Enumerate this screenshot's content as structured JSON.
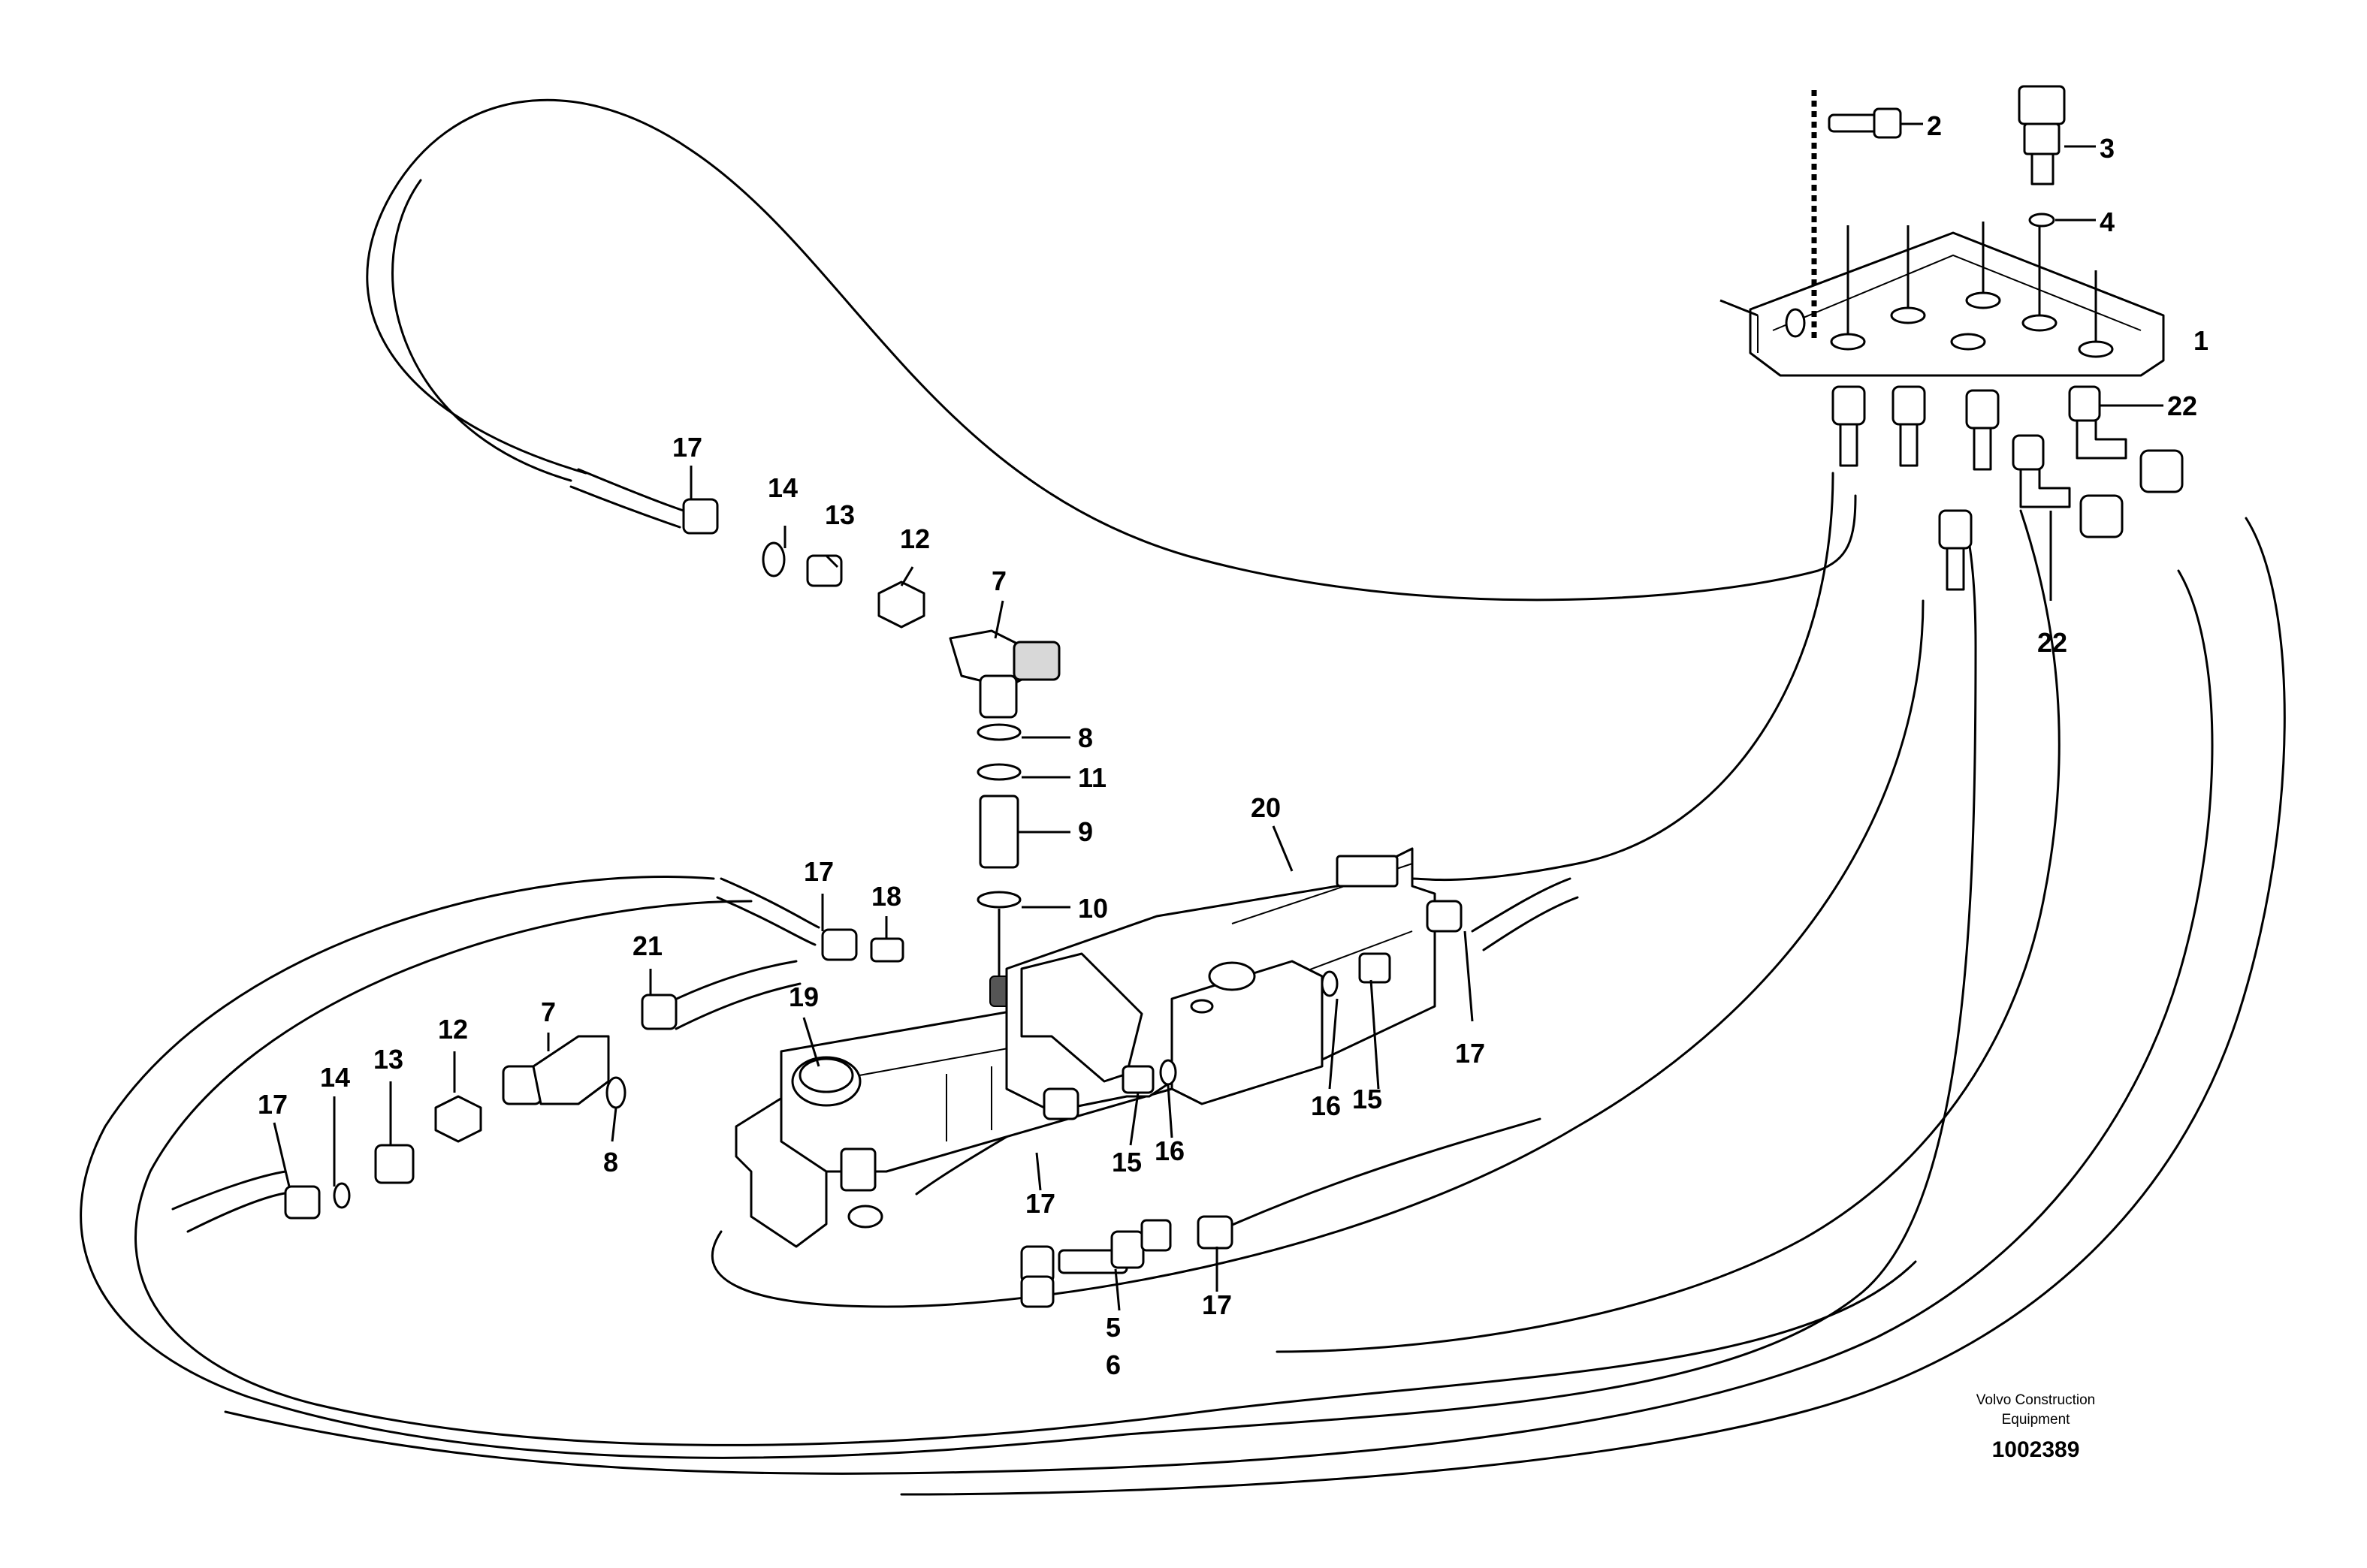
{
  "diagram": {
    "callouts": {
      "c1": "1",
      "c2": "2",
      "c3": "3",
      "c4": "4",
      "c5": "5",
      "c6": "6",
      "c7a": "7",
      "c7b": "7",
      "c8a": "8",
      "c8b": "8",
      "c9": "9",
      "c10": "10",
      "c11": "11",
      "c12a": "12",
      "c12b": "12",
      "c13a": "13",
      "c13b": "13",
      "c14a": "14",
      "c14b": "14",
      "c15a": "15",
      "c15b": "15",
      "c16a": "16",
      "c16b": "16",
      "c17a": "17",
      "c17b": "17",
      "c17c": "17",
      "c17d": "17",
      "c17e": "17",
      "c17f": "17",
      "c18": "18",
      "c19": "19",
      "c20": "20",
      "c21": "21",
      "c22a": "22",
      "c22b": "22"
    },
    "credit_line1": "Volvo Construction",
    "credit_line2": "Equipment",
    "doc_number": "1002389"
  }
}
